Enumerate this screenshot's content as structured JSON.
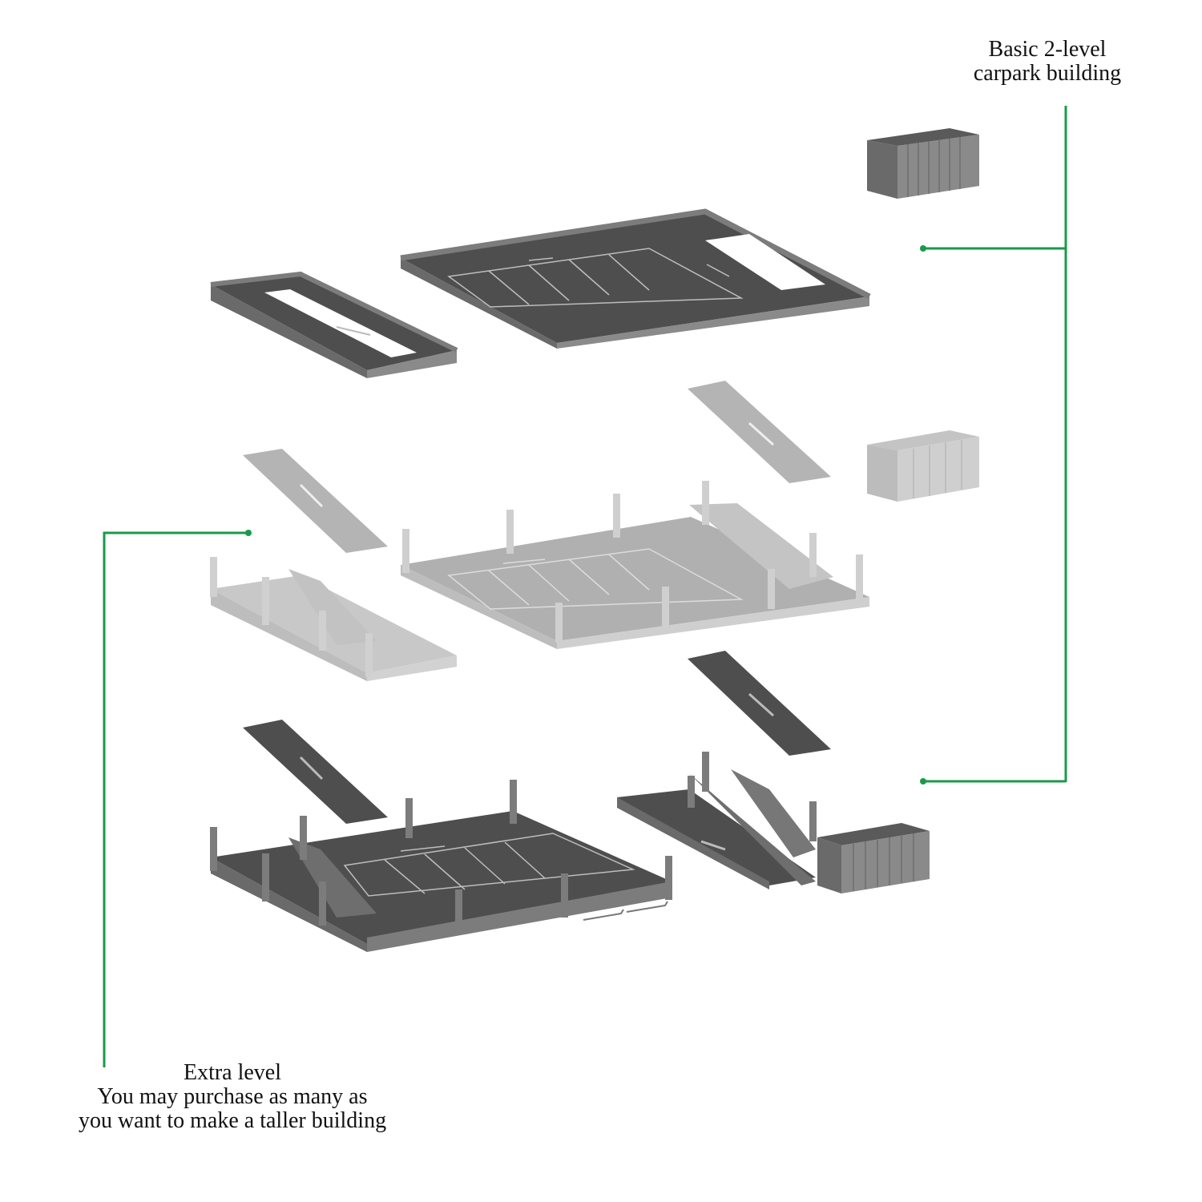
{
  "labels": {
    "basic": {
      "line1": "Basic 2-level",
      "line2": "carpark building"
    },
    "extra": {
      "line1": "Extra level",
      "line2": "You may purchase as many as",
      "line3": "you want to make a taller building"
    }
  },
  "colors": {
    "leader": "#1a9a4a",
    "dark_floor": "#4e4e4e",
    "dark_frame": "#7c7c7c",
    "light_floor": "#b4b4b4",
    "light_frame": "#cfcfcf"
  }
}
